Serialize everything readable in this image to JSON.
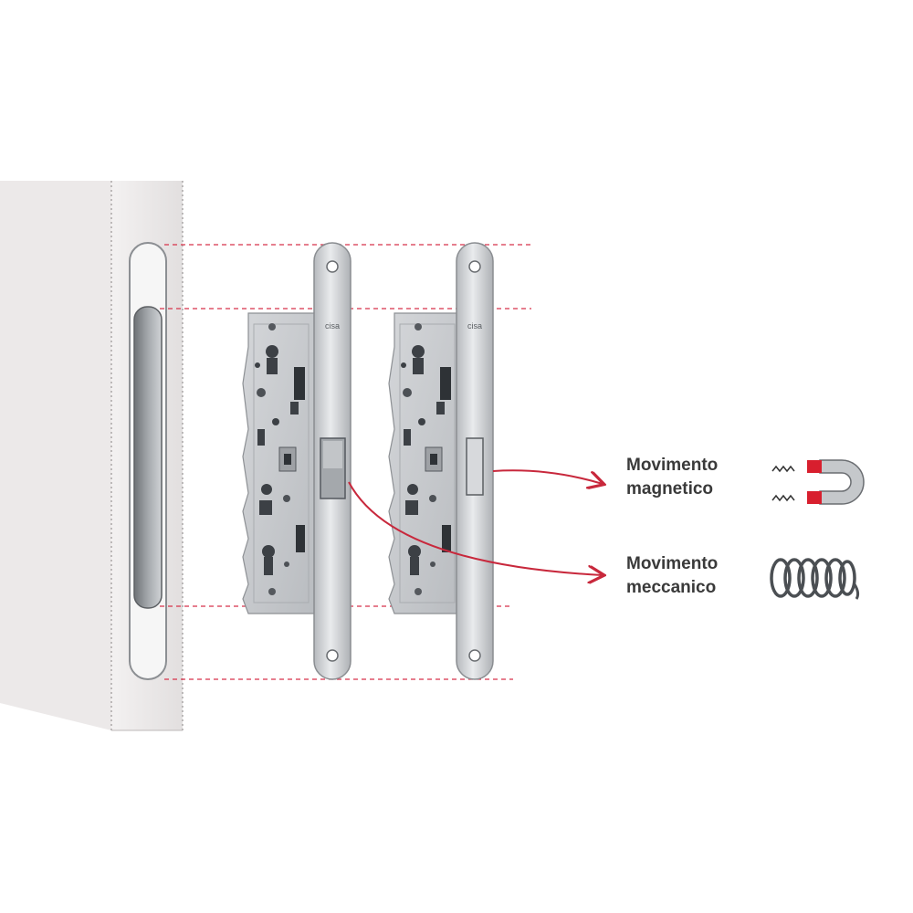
{
  "labels": {
    "magnetic": {
      "line1": "Movimento",
      "line2": "magnetico"
    },
    "mechanical": {
      "line1": "Movimento",
      "line2": "meccanico"
    }
  },
  "brand_mark": "cisa",
  "icons": {
    "magnet": "horseshoe-magnet-icon",
    "spring": "coil-spring-icon"
  },
  "colors": {
    "guide_lines": "#d8324a",
    "arrows": "#c8283c",
    "magnet_red": "#d81f2e",
    "lock_metal": "#c9ccd0",
    "door": "#efecec"
  }
}
